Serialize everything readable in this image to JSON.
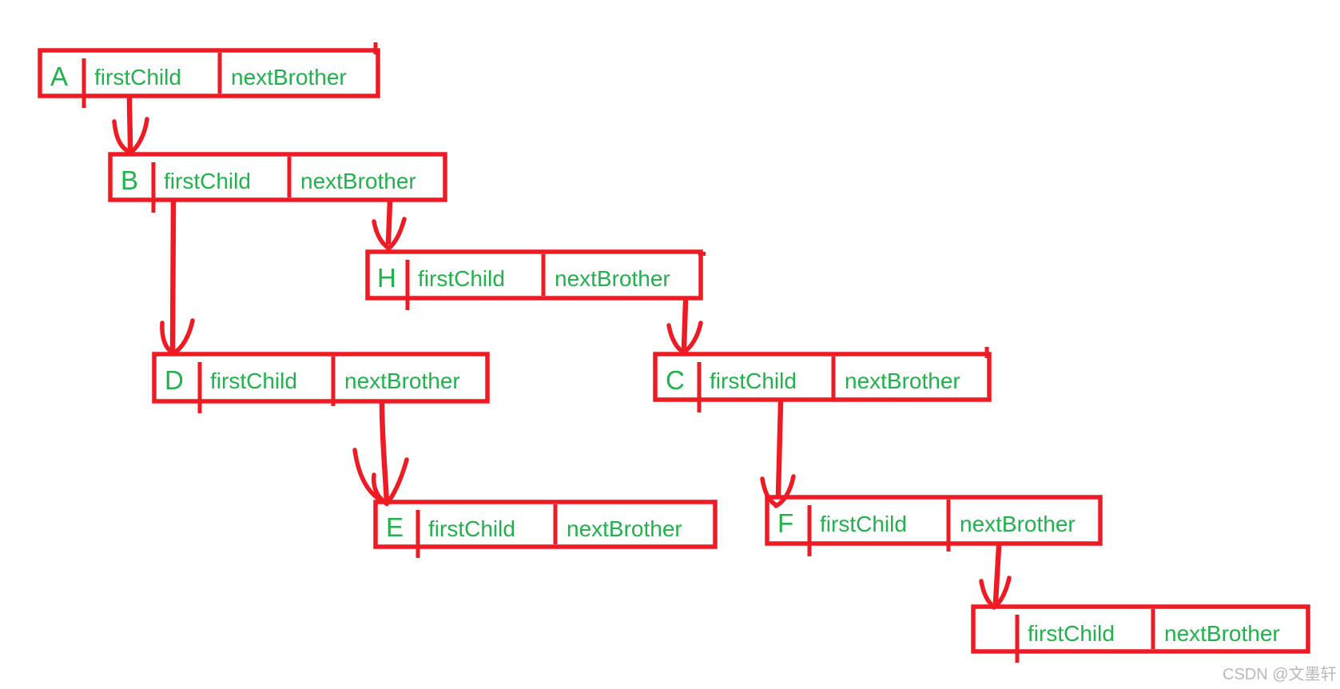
{
  "diagram": {
    "nodes": [
      {
        "id": "A",
        "label": "A",
        "first_child_label": "firstChild",
        "next_brother_label": "nextBrother"
      },
      {
        "id": "B",
        "label": "B",
        "first_child_label": "firstChild",
        "next_brother_label": "nextBrother"
      },
      {
        "id": "H",
        "label": "H",
        "first_child_label": "firstChild",
        "next_brother_label": "nextBrother"
      },
      {
        "id": "D",
        "label": "D",
        "first_child_label": "firstChild",
        "next_brother_label": "nextBrother"
      },
      {
        "id": "C",
        "label": "C",
        "first_child_label": "firstChild",
        "next_brother_label": "nextBrother"
      },
      {
        "id": "E",
        "label": "E",
        "first_child_label": "firstChild",
        "next_brother_label": "nextBrother"
      },
      {
        "id": "F",
        "label": "F",
        "first_child_label": "firstChild",
        "next_brother_label": "nextBrother"
      },
      {
        "id": "empty",
        "label": "",
        "first_child_label": "firstChild",
        "next_brother_label": "nextBrother"
      }
    ],
    "edges": [
      {
        "from": "A",
        "pointer": "firstChild",
        "to": "B"
      },
      {
        "from": "B",
        "pointer": "firstChild",
        "to": "D"
      },
      {
        "from": "B",
        "pointer": "nextBrother",
        "to": "H"
      },
      {
        "from": "H",
        "pointer": "nextBrother",
        "to": "C"
      },
      {
        "from": "D",
        "pointer": "nextBrother",
        "to": "E"
      },
      {
        "from": "C",
        "pointer": "firstChild",
        "to": "F"
      },
      {
        "from": "F",
        "pointer": "nextBrother",
        "to": "empty"
      }
    ]
  },
  "watermark": {
    "text": "CSDN @文墨轩"
  },
  "colors": {
    "stroke_red": "#ee1b24",
    "text_green": "#22b14c",
    "watermark_gray": "#b9b9b9",
    "background": "#ffffff"
  }
}
